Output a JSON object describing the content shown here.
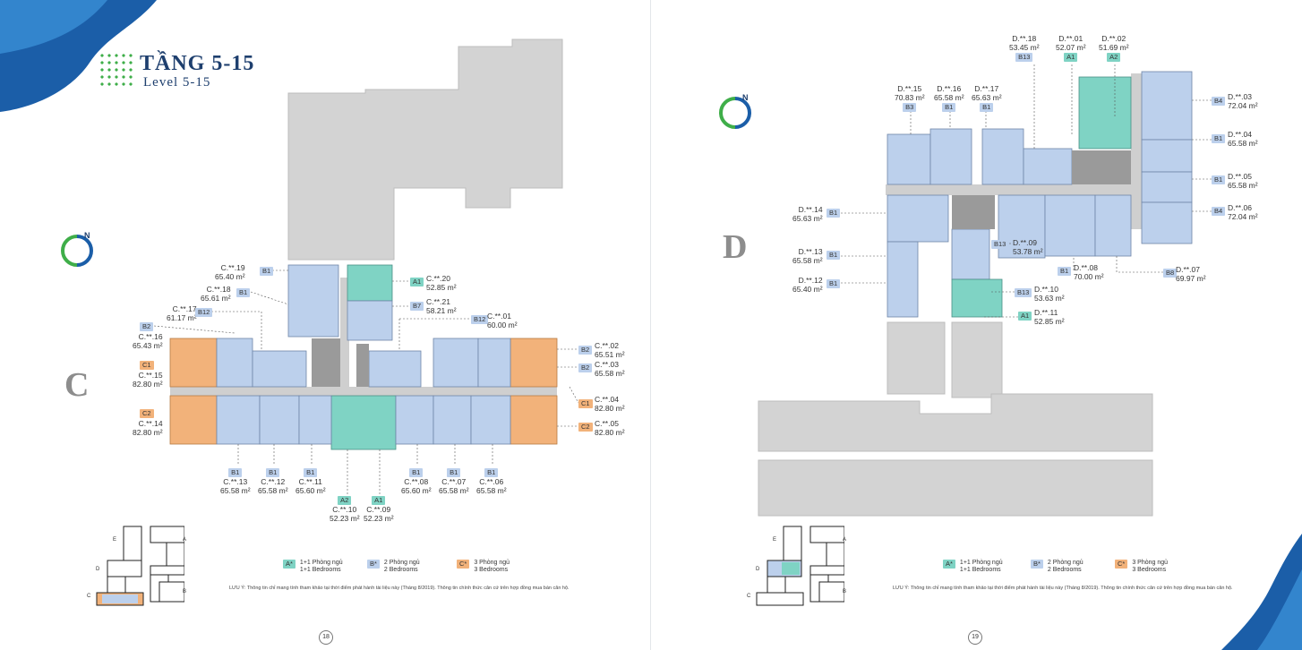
{
  "left_page": {
    "title": "TẦNG 5-15",
    "subtitle": "Level 5-15",
    "compass_label": "N",
    "tower_letter": "C",
    "units": [
      {
        "code": "C.**.19",
        "area": "65.40 m²",
        "type": "B1"
      },
      {
        "code": "C.**.18",
        "area": "65.61 m²",
        "type": "B1"
      },
      {
        "code": "C.**.17",
        "area": "61.17 m²",
        "type": "B12"
      },
      {
        "code": "C.**.16",
        "area": "65.43 m²",
        "type": "B2"
      },
      {
        "code": "C.**.15",
        "area": "82.80 m²",
        "type": "C1"
      },
      {
        "code": "C.**.14",
        "area": "82.80 m²",
        "type": "C2"
      },
      {
        "code": "C.**.20",
        "area": "52.85 m²",
        "type": "A1"
      },
      {
        "code": "C.**.21",
        "area": "58.21 m²",
        "type": "B7"
      },
      {
        "code": "C.**.01",
        "area": "60.00 m²",
        "type": "B12"
      },
      {
        "code": "C.**.02",
        "area": "65.51 m²",
        "type": "B2"
      },
      {
        "code": "C.**.03",
        "area": "65.58 m²",
        "type": "B2"
      },
      {
        "code": "C.**.04",
        "area": "82.80 m²",
        "type": "C1"
      },
      {
        "code": "C.**.05",
        "area": "82.80 m²",
        "type": "C2"
      },
      {
        "code": "C.**.13",
        "area": "65.58 m²",
        "type": "B1"
      },
      {
        "code": "C.**.12",
        "area": "65.58 m²",
        "type": "B1"
      },
      {
        "code": "C.**.11",
        "area": "65.60 m²",
        "type": "B1"
      },
      {
        "code": "C.**.10",
        "area": "52.23 m²",
        "type": "A2"
      },
      {
        "code": "C.**.09",
        "area": "52.23 m²",
        "type": "A1"
      },
      {
        "code": "C.**.08",
        "area": "65.60 m²",
        "type": "B1"
      },
      {
        "code": "C.**.07",
        "area": "65.58 m²",
        "type": "B1"
      },
      {
        "code": "C.**.06",
        "area": "65.58 m²",
        "type": "B1"
      }
    ],
    "keymap_letters": [
      "E",
      "A",
      "D",
      "B",
      "C"
    ],
    "page_number": "18"
  },
  "right_page": {
    "compass_label": "N",
    "tower_letter": "D",
    "units": [
      {
        "code": "D.**.18",
        "area": "53.45 m²",
        "type": "B13"
      },
      {
        "code": "D.**.01",
        "area": "52.07 m²",
        "type": "A1"
      },
      {
        "code": "D.**.02",
        "area": "51.69 m²",
        "type": "A2"
      },
      {
        "code": "D.**.15",
        "area": "70.83 m²",
        "type": "B3"
      },
      {
        "code": "D.**.16",
        "area": "65.58 m²",
        "type": "B1"
      },
      {
        "code": "D.**.17",
        "area": "65.63 m²",
        "type": "B1"
      },
      {
        "code": "D.**.03",
        "area": "72.04 m²",
        "type": "B4"
      },
      {
        "code": "D.**.04",
        "area": "65.58 m²",
        "type": "B1"
      },
      {
        "code": "D.**.05",
        "area": "65.58 m²",
        "type": "B1"
      },
      {
        "code": "D.**.06",
        "area": "72.04 m²",
        "type": "B4"
      },
      {
        "code": "D.**.14",
        "area": "65.63 m²",
        "type": "B1"
      },
      {
        "code": "D.**.13",
        "area": "65.58 m²",
        "type": "B1"
      },
      {
        "code": "D.**.12",
        "area": "65.40 m²",
        "type": "B1"
      },
      {
        "code": "D.**.09",
        "area": "53.78 m²",
        "type": "B13"
      },
      {
        "code": "D.**.08",
        "area": "70.00 m²",
        "type": "B1"
      },
      {
        "code": "D.**.07",
        "area": "69.97 m²",
        "type": "B8"
      },
      {
        "code": "D.**.10",
        "area": "53.63 m²",
        "type": "B13"
      },
      {
        "code": "D.**.11",
        "area": "52.85 m²",
        "type": "A1"
      }
    ],
    "keymap_letters": [
      "E",
      "A",
      "D",
      "B",
      "C"
    ],
    "page_number": "19"
  },
  "legend": [
    {
      "tag": "A*",
      "vi": "1+1 Phòng ngủ",
      "en": "1+1 Bedrooms",
      "color": "#7fd3c4"
    },
    {
      "tag": "B*",
      "vi": "2 Phòng ngủ",
      "en": "2 Bedrooms",
      "color": "#bcd0ec"
    },
    {
      "tag": "C*",
      "vi": "3 Phòng ngủ",
      "en": "3 Bedrooms",
      "color": "#f2b27a"
    }
  ],
  "note": "LƯU Ý: Thông tin chỉ mang tính tham khảo tại thời điểm phát hành tài liệu này (Tháng 8/2019). Thông tin chính thức căn cứ trên hợp đồng mua bán căn hộ.",
  "colors": {
    "A": "#7fd3c4",
    "B": "#bcd0ec",
    "C": "#f2b27a",
    "navy": "#1e3f6e",
    "gray": "#d3d3d3"
  }
}
